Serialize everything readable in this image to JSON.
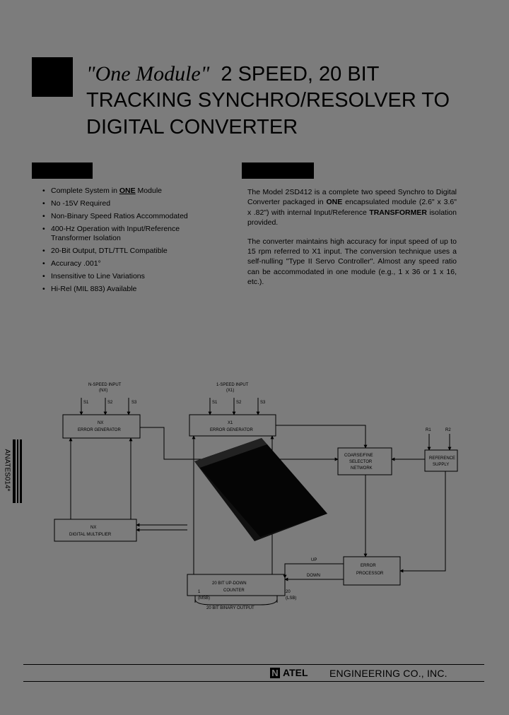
{
  "title": {
    "script": "\"One Module\"",
    "line1": "2 SPEED, 20 BIT",
    "line2": "TRACKING SYNCHRO/RESOLVER TO",
    "line3": "DIGITAL CONVERTER"
  },
  "features": [
    {
      "pre": "Complete System in ",
      "em": "ONE",
      "post": " Module"
    },
    {
      "pre": "No -15V Required",
      "em": "",
      "post": ""
    },
    {
      "pre": "Non-Binary Speed Ratios Accommodated",
      "em": "",
      "post": ""
    },
    {
      "pre": "400-Hz Operation with Input/Reference Transformer Isolation",
      "em": "",
      "post": ""
    },
    {
      "pre": "20-Bit Output, DTL/TTL Compatible",
      "em": "",
      "post": ""
    },
    {
      "pre": "Accuracy .001°",
      "em": "",
      "post": ""
    },
    {
      "pre": "Insensitive to Line Variations",
      "em": "",
      "post": ""
    },
    {
      "pre": "Hi-Rel (MIL 883) Available",
      "em": "",
      "post": ""
    }
  ],
  "description": {
    "p1_a": "The Model 2SD412 is a complete two speed Synchro to Digital Converter packaged in ",
    "p1_b": "ONE",
    "p1_c": " encapsulated module (2.6\" x 3.6\" x .82\") with internal Input/Reference ",
    "p1_d": "TRANSFORMER",
    "p1_e": " isolation provided.",
    "p2": "The converter maintains high accuracy for input speed of up to 15 rpm referred to X1 input. The conversion technique uses a self-nulling \"Type II Servo Controller\". Almost any speed ratio can be accommodated in one module (e.g., 1 x 36 or 1 x 16, etc.)."
  },
  "diagram": {
    "nx_input_label": "N-SPEED INPUT",
    "nx_input_sub": "(NX)",
    "x1_input_label": "1-SPEED INPUT",
    "x1_input_sub": "(X1)",
    "s1": "S1",
    "s2": "S2",
    "s3": "S3",
    "r1": "R1",
    "r2": "R2",
    "nx_block_a": "NX",
    "nx_block_b": "ERROR GENERATOR",
    "x1_block_a": "X1",
    "x1_block_b": "ERROR GENERATOR",
    "sel_block_a": "COARSE/FINE",
    "sel_block_b": "SELECTOR",
    "sel_block_c": "NETWORK",
    "ref_block_a": "REFERENCE",
    "ref_block_b": "SUPPLY",
    "mult_block_a": "NX",
    "mult_block_b": "DIGITAL MULTIPLIER",
    "counter_block_a": "20 BIT UP-DOWN",
    "counter_block_b": "COUNTER",
    "err_block_a": "ERROR",
    "err_block_b": "PROCESSOR",
    "up": "UP",
    "down": "DOWN",
    "msb_num": "1",
    "msb": "(MSB)",
    "lsb_num": "20",
    "lsb": "(LSB)",
    "output_label": "20 BIT BINARY OUTPUT"
  },
  "part_number": "ANATES014*",
  "footer": {
    "logo_letter": "N",
    "logo_rest": "ATEL",
    "company": "ENGINEERING CO., INC."
  },
  "colors": {
    "page": "#7c7c7c",
    "ink": "#000000"
  }
}
